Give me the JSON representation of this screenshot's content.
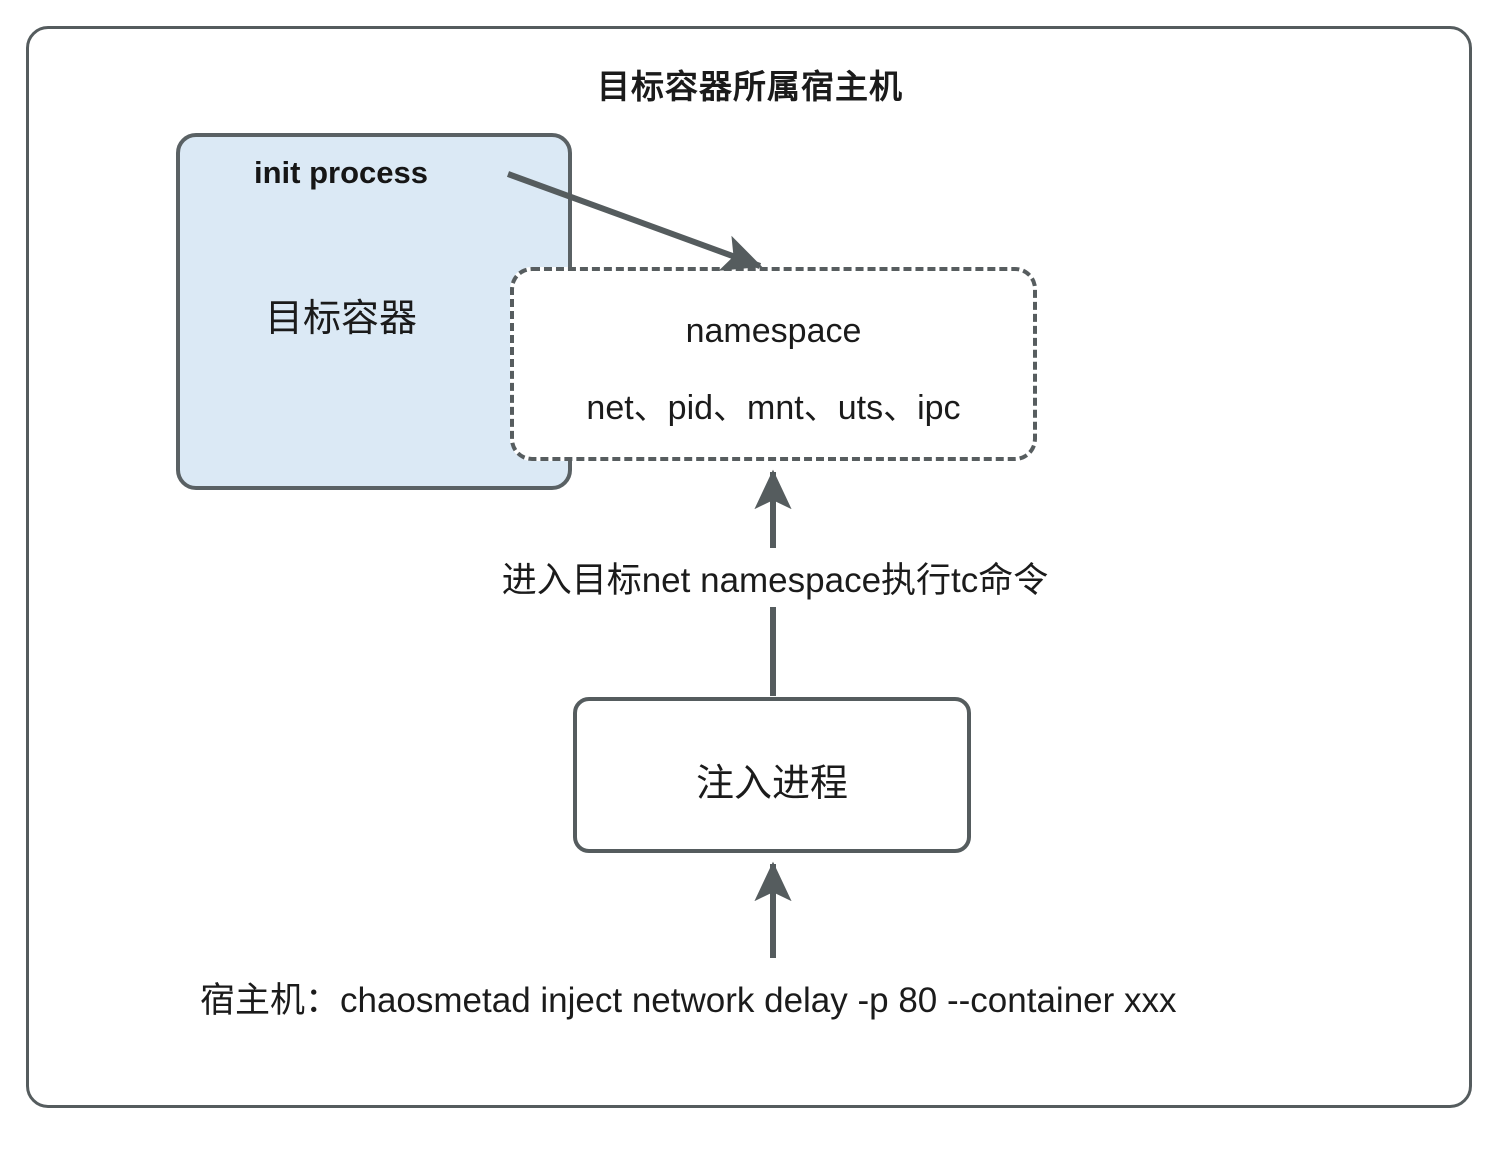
{
  "diagram": {
    "title": "目标容器所属宿主机",
    "container": {
      "init_process_label": "init process",
      "container_label": "目标容器",
      "fill_color": "#dbe9f5",
      "border_color": "#5a6164"
    },
    "namespace": {
      "title": "namespace",
      "types": "net、pid、mnt、uts、ipc",
      "border_style": "dashed",
      "border_color": "#575d5f"
    },
    "edges": {
      "init_to_namespace": "",
      "enter_namespace_label": "进入目标net namespace执行tc命令"
    },
    "inject": {
      "label": "注入进程",
      "border_color": "#555c5e"
    },
    "command": {
      "text": "宿主机：chaosmetad inject network delay -p 80 --container xxx"
    },
    "frame": {
      "border_color": "#555c5e"
    }
  }
}
